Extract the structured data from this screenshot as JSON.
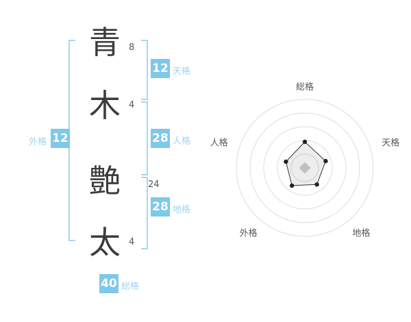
{
  "name_panel": {
    "characters": [
      {
        "char": "青",
        "strokes": "8"
      },
      {
        "char": "木",
        "strokes": "4"
      },
      {
        "char": "艶",
        "strokes": "24"
      },
      {
        "char": "太",
        "strokes": "4"
      }
    ],
    "badges": {
      "tenkaku": {
        "value": "12",
        "label": "天格"
      },
      "jinkaku": {
        "value": "28",
        "label": "人格"
      },
      "chikaku": {
        "value": "28",
        "label": "地格"
      },
      "gaikaku": {
        "value": "12",
        "label": "外格"
      },
      "soukaku": {
        "value": "40",
        "label": "総格"
      }
    }
  },
  "colors": {
    "accent_blue": "#7ec8ea",
    "label_blue": "#9fd4ee",
    "bracket_blue": "#a5d8f0",
    "text_dark": "#3c3c3c",
    "ring_gray": "#dcdcdc"
  },
  "chart_data": {
    "type": "radar",
    "title": "",
    "categories": [
      "総格",
      "天格",
      "地格",
      "外格",
      "人格"
    ],
    "values": [
      38,
      32,
      30,
      32,
      29
    ],
    "max": 100,
    "rings": 5,
    "grid": "circular",
    "legend": "none",
    "fill_color": "rgba(0,0,0,0.07)",
    "point_color": "#222222",
    "center_marker": "diamond"
  }
}
